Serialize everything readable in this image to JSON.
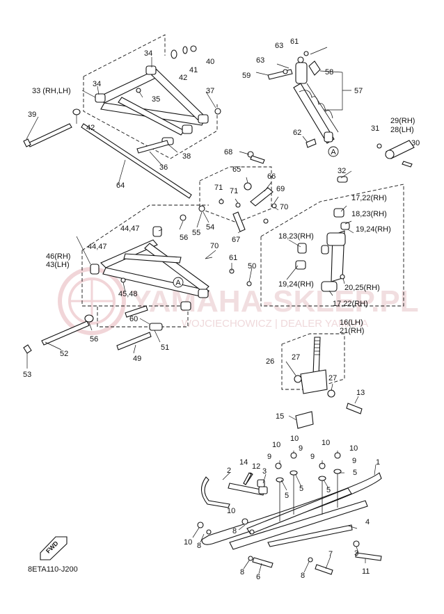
{
  "diagram": {
    "code": "8ETA110-J200",
    "fwd_label": "FWD",
    "watermark": {
      "line1": "YAMAHA-SKLEP.PL",
      "line2": "WOJCIECHOWICZ | DEALER YAMAHA"
    },
    "callout_letter": "A",
    "labels": {
      "p1": "1",
      "p2": "2",
      "p3a": "3",
      "p3b": "3",
      "p4": "4",
      "p5a": "5",
      "p5b": "5",
      "p5c": "5",
      "p5d": "5",
      "p6": "6",
      "p7": "7",
      "p8a": "8",
      "p8b": "8",
      "p8c": "8",
      "p8d": "8",
      "p9a": "9",
      "p9b": "9",
      "p9c": "9",
      "p9d": "9",
      "p10a": "10",
      "p10b": "10",
      "p10c": "10",
      "p10d": "10",
      "p10e": "10",
      "p11": "11",
      "p12": "12",
      "p13": "13",
      "p14": "14",
      "p15": "15",
      "p16_21": "16(LH)",
      "p21": "21(RH)",
      "p17a": "17,22(RH)",
      "p17b": "17,22(RH)",
      "p18a": "18,23(RH)",
      "p18b": "18,23(RH)",
      "p19a": "19,24(RH)",
      "p19b": "19,24(RH)",
      "p20": "20,25(RH)",
      "p26": "26",
      "p27a": "27",
      "p27b": "27",
      "p28_29a": "29(RH)",
      "p28_29b": "28(LH)",
      "p30": "30",
      "p31": "31",
      "p32": "32",
      "p33": "33 (RH,LH)",
      "p34a": "34",
      "p34b": "34",
      "p35": "35",
      "p36": "36",
      "p37": "37",
      "p38": "38",
      "p39": "39",
      "p40": "40",
      "p41": "41",
      "p42a": "42",
      "p42b": "42",
      "p43_46a": "46(RH)",
      "p43_46b": "43(LH)",
      "p44a": "44,47",
      "p44b": "44,47",
      "p45": "45,48",
      "p49": "49",
      "p50": "50",
      "p51": "51",
      "p52": "52",
      "p53": "53",
      "p54": "54",
      "p55": "55",
      "p56a": "56",
      "p56b": "56",
      "p57": "57",
      "p58": "58",
      "p59": "59",
      "p60": "60",
      "p61a": "61",
      "p61b": "61",
      "p62": "62",
      "p63a": "63",
      "p63b": "63",
      "p64": "64",
      "p65": "65",
      "p66": "66",
      "p67": "67",
      "p68": "68",
      "p69": "69",
      "p70a": "70",
      "p70b": "70",
      "p71a": "71",
      "p71b": "71"
    }
  }
}
